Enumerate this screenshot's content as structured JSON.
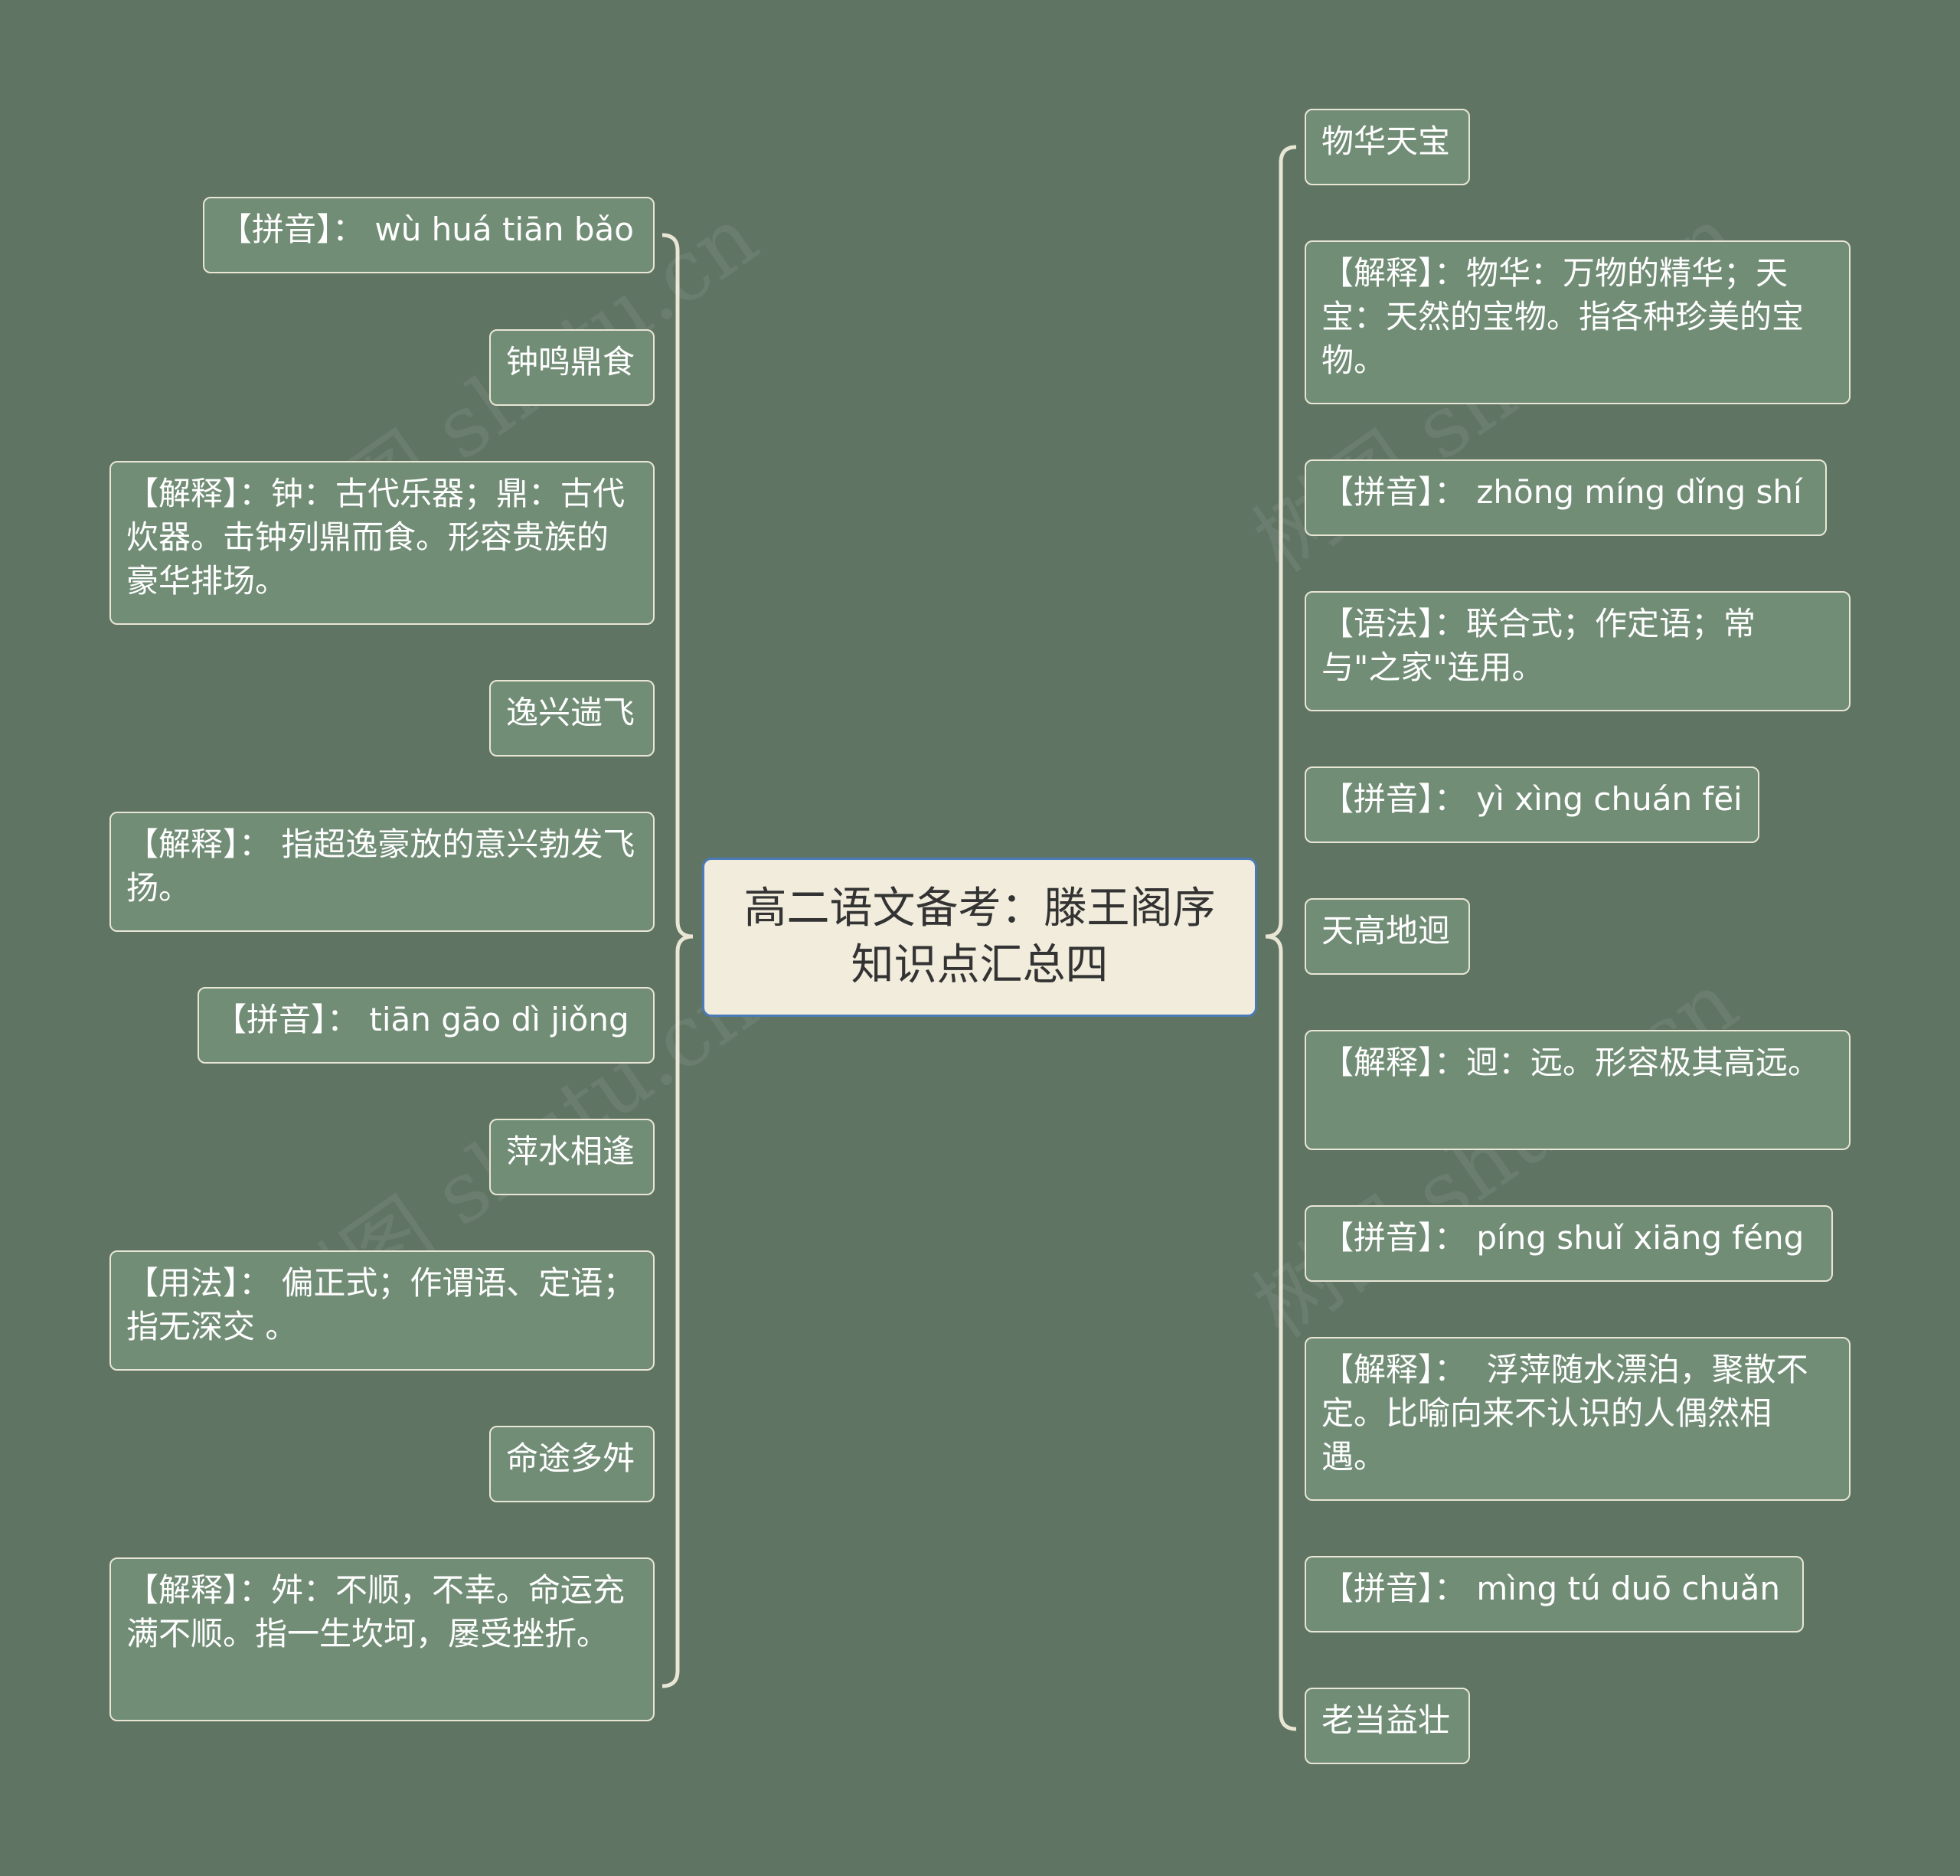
{
  "root": {
    "title": "高二语文备考：滕王阁序知识点汇总四"
  },
  "watermark": "树图 shutu.cn",
  "colors": {
    "background": "#5f7463",
    "node_fill": "#718d76",
    "node_border": "#e9e6d5",
    "connector": "#e9e6d5",
    "root_fill": "#f1ecdc",
    "root_border": "#4a7bb7"
  },
  "left_nodes": [
    "【拼音】： wù huá tiān bǎo",
    "钟鸣鼎食",
    "【解释】：钟：古代乐器；鼎：古代炊器。击钟列鼎而食。形容贵族的豪华排场。",
    "逸兴遄飞",
    "【解释】： 指超逸豪放的意兴勃发飞扬。",
    "【拼音】： tiān gāo dì jiǒng",
    "萍水相逢",
    "【用法】： 偏正式；作谓语、定语；指无深交 。",
    "命途多舛",
    "【解释】：舛：不顺，不幸。命运充满不顺。指一生坎坷，屡受挫折。"
  ],
  "right_nodes": [
    "物华天宝",
    "【解释】：物华：万物的精华；天宝：天然的宝物。指各种珍美的宝物。",
    "【拼音】： zhōng míng dǐng shí",
    "【语法】：联合式；作定语；常与\"之家\"连用。",
    "【拼音】： yì xìng chuán fēi",
    "天高地迥",
    "【解释】：迥：远。形容极其高远。",
    "【拼音】：  píng shuǐ xiāng féng",
    "【解释】：  浮萍随水漂泊，聚散不定。比喻向来不认识的人偶然相遇。",
    "【拼音】： mìng tú duō chuǎn",
    "老当益壮"
  ]
}
